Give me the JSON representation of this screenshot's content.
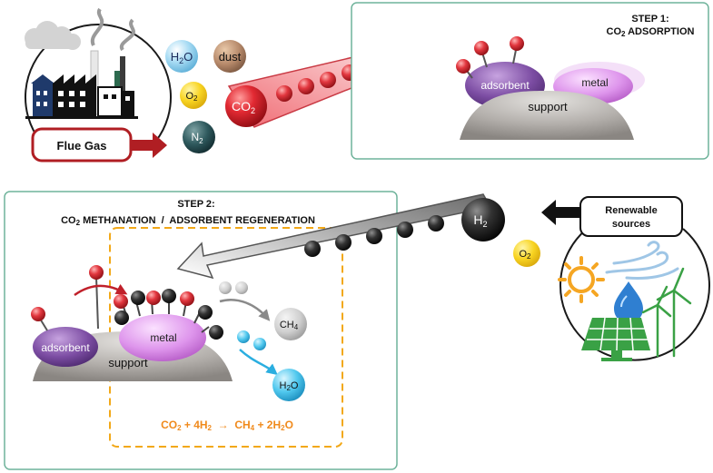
{
  "flue_gas": {
    "label": "Flue Gas",
    "molecules": {
      "h2o": {
        "base": "H",
        "sub": "2",
        "rest": "O"
      },
      "dust": "dust",
      "o2": {
        "base": "O",
        "sub": "2"
      },
      "n2": {
        "base": "N",
        "sub": "2"
      },
      "co2": {
        "base": "CO",
        "sub": "2"
      }
    }
  },
  "step1": {
    "line1": "STEP 1:",
    "line2": {
      "base": "CO",
      "sub": "2",
      "rest": " ADSORPTION"
    },
    "adsorbent_label": "adsorbent",
    "metal_label": "metal",
    "support_label": "support"
  },
  "step2": {
    "line1": "STEP 2:",
    "line2": {
      "base": "CO",
      "sub": "2",
      "rest": " METHANATION  /  ADSORBENT REGENERATION"
    },
    "adsorbent_label": "adsorbent",
    "metal_label": "metal",
    "support_label": "support",
    "products": {
      "ch4": {
        "base": "CH",
        "sub": "4"
      },
      "h2o": {
        "base": "H",
        "sub": "2",
        "rest": "O"
      }
    },
    "equation": {
      "a": "CO",
      "a_sub": "2",
      "b": " + 4H",
      "b_sub": "2",
      "arrow": "  →  ",
      "c": "CH",
      "c_sub": "4",
      "d": " + 2H",
      "d_sub": "2",
      "e": "O"
    }
  },
  "renewable": {
    "line1": "Renewable",
    "line2": "sources",
    "h2": {
      "base": "H",
      "sub": "2"
    },
    "o2": {
      "base": "O",
      "sub": "2"
    }
  },
  "colors": {
    "red_accent": "#b01e23",
    "panel_border": "#6fb39b",
    "dashed_box": "#f2a818",
    "equation": "#f08a1c",
    "adsorbent": "#7a4e9e",
    "metal": "#d58ee0",
    "support": "#a9a5a1"
  }
}
